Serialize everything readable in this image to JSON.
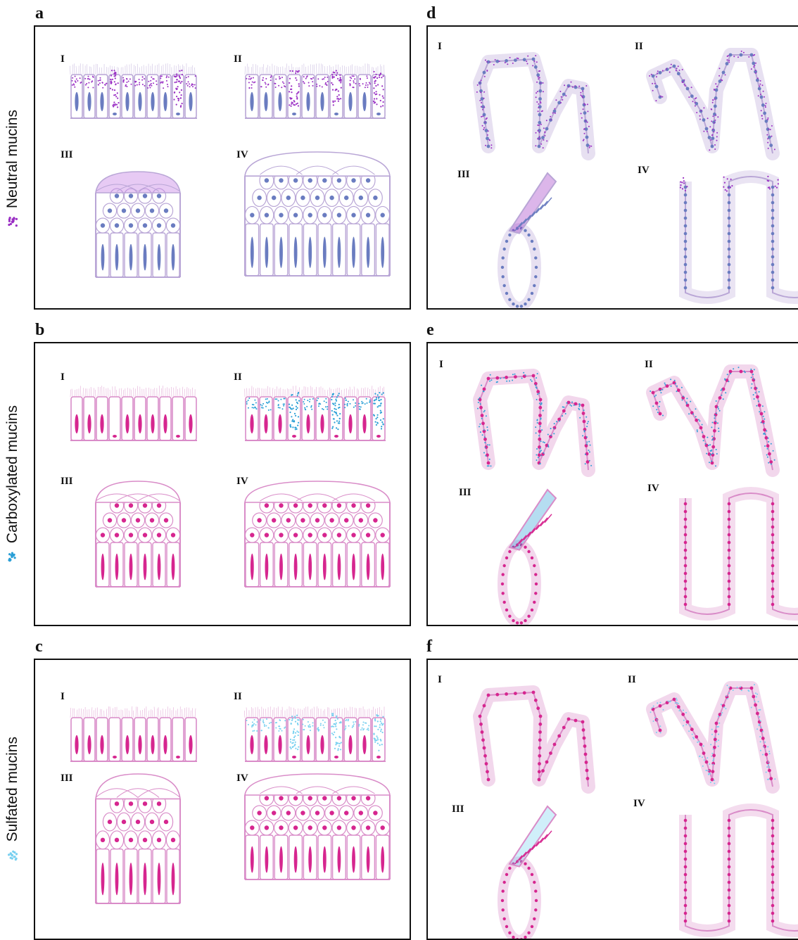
{
  "row_labels": [
    {
      "text": "Neutral mucins",
      "dot_color": "#a033c8"
    },
    {
      "text": "Carboxylated mucins",
      "dot_color": "#2a9fd6"
    },
    {
      "text": "Sulfated mucins",
      "dot_color": "#5fc8ec"
    }
  ],
  "panels": {
    "a": {
      "letter": "a",
      "stage_labels": [
        "I",
        "II",
        "III",
        "IV"
      ]
    },
    "b": {
      "letter": "b",
      "stage_labels": [
        "I",
        "II",
        "III",
        "IV"
      ]
    },
    "c": {
      "letter": "c",
      "stage_labels": [
        "I",
        "II",
        "III",
        "IV"
      ]
    },
    "d": {
      "letter": "d",
      "stage_labels": [
        "I",
        "II",
        "III",
        "IV"
      ]
    },
    "e": {
      "letter": "e",
      "stage_labels": [
        "I",
        "II",
        "III",
        "IV"
      ]
    },
    "f": {
      "letter": "f",
      "stage_labels": [
        "I",
        "II",
        "III",
        "IV"
      ]
    }
  },
  "colors": {
    "neutral_outline": "#b9a6d6",
    "neutral_nucleus": "#6a7cc0",
    "neutral_mucin": "#9a2fc4",
    "alcian_outline": "#d98cc8",
    "alcian_nucleus": "#d6268f",
    "carboxyl_mucin": "#2a9fd6",
    "sulfated_mucin": "#78d0f0"
  }
}
